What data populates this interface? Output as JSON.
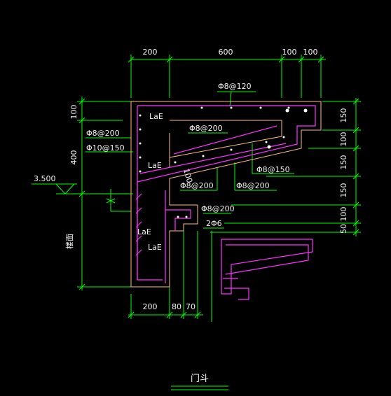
{
  "drawing": {
    "title": "门斗",
    "level": "3.500",
    "side_label": "楼面"
  },
  "dimensions": {
    "top": [
      "200",
      "600",
      "100",
      "100"
    ],
    "left": [
      "100",
      "400"
    ],
    "right": [
      "150",
      "100",
      "150",
      "150",
      "100",
      "50"
    ],
    "bottom": [
      "200",
      "80",
      "70"
    ]
  },
  "rebar_labels": {
    "top_bar": "Φ8@120",
    "inner_bar": "Φ8@200",
    "left_upper": "Φ8@200",
    "left_lower": "Φ10@150",
    "right_bar": "Φ8@150",
    "lower_left": "Φ8@200",
    "lower_mid": "Φ8@200",
    "bottom_bar": "Φ8@200",
    "bottom_main": "2Φ6",
    "slope_thk": "100"
  },
  "anchor_labels": [
    "LaE",
    "LaE",
    "LaE",
    "LaE"
  ],
  "colors": {
    "background": "#000000",
    "dimension": "#00ff00",
    "concrete": "#ffbf80",
    "rebar": "#ff33ff",
    "text": "#f4f4f4",
    "point": "#ffffff"
  }
}
